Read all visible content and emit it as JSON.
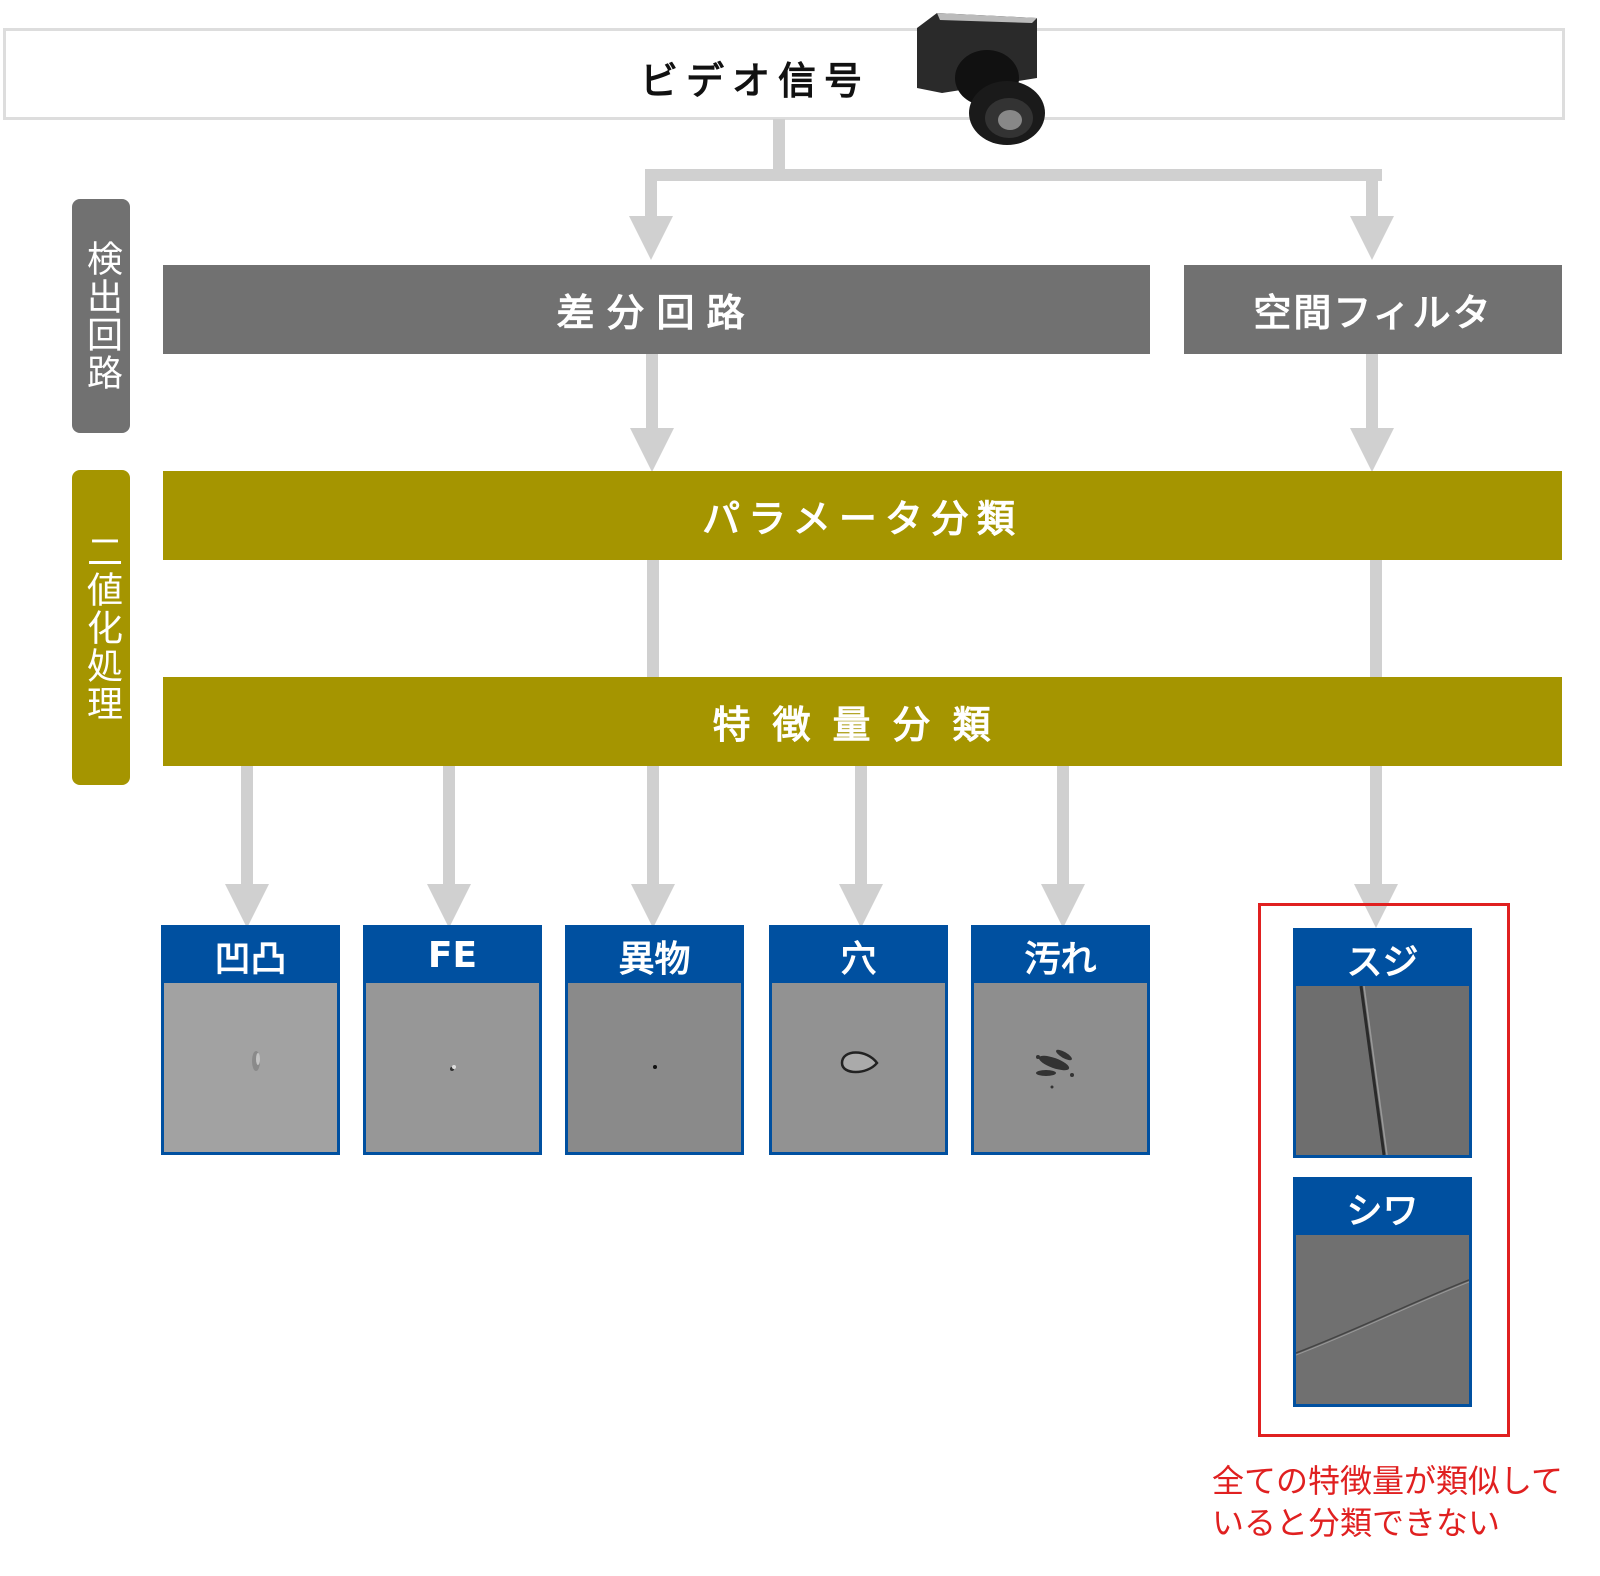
{
  "video_signal": "ビデオ信号",
  "side_labels": {
    "detection": "検出回路",
    "binarization": "二値化処理"
  },
  "stages": {
    "difference": "差分回路",
    "spatial_filter": "空間フィルタ",
    "parameter_classification": "パラメータ分類",
    "feature_classification": "特徴量分類"
  },
  "defects": [
    {
      "label": "凹凸",
      "icon": "bump"
    },
    {
      "label": "FE",
      "icon": "fisheye"
    },
    {
      "label": "異物",
      "icon": "foreign-particle"
    },
    {
      "label": "穴",
      "icon": "hole"
    },
    {
      "label": "汚れ",
      "icon": "stain"
    }
  ],
  "unclassifiable": [
    {
      "label": "スジ",
      "icon": "streak"
    },
    {
      "label": "シワ",
      "icon": "wrinkle"
    }
  ],
  "note": [
    "全ての特徴量が類似して",
    "いると分類できない"
  ],
  "colors": {
    "gray": "#717171",
    "olive": "#a59500",
    "blue": "#0050a0",
    "arrow": "#d0d0d0",
    "red": "#e02020"
  }
}
